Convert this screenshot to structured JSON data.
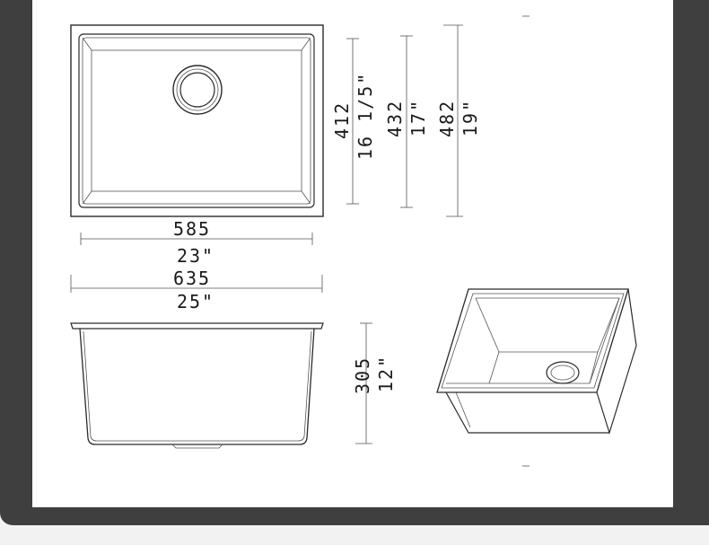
{
  "colors": {
    "frame": "#3f3f3f",
    "sheet": "#ffffff",
    "ink": "#1a1a1a",
    "footer": "#f2f2f2"
  },
  "dimensions": {
    "inner_width_mm": "585",
    "inner_width_in": "23\"",
    "outer_width_mm": "635",
    "outer_width_in": "25\"",
    "inner_depth_mm": "412",
    "inner_depth_in": "16 1/5\"",
    "mid_depth_mm": "432",
    "mid_depth_in": "17\"",
    "outer_depth_mm": "482",
    "outer_depth_in": "19\"",
    "height_mm": "305",
    "height_in": "12\""
  },
  "views": {
    "top": "top-view",
    "front": "front-view",
    "iso": "isometric-view"
  }
}
